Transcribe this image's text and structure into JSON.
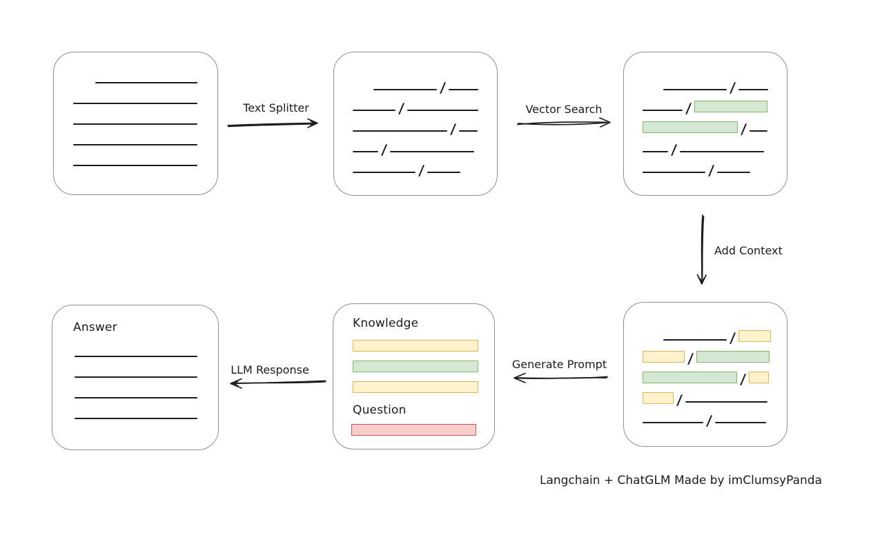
{
  "canvas": {
    "bg": "#ffffff"
  },
  "colors": {
    "stroke": "#1b1b1b",
    "box_border": "#8f8f8f",
    "green_fill": "#d5e8d4",
    "green_border": "#82b366",
    "yellow_fill": "#fff2cc",
    "yellow_border": "#d6b656",
    "red_fill": "#f8cecc",
    "red_border": "#b85450"
  },
  "arrows": {
    "text_splitter": {
      "label": "Text Splitter",
      "direction": "right"
    },
    "vector_search": {
      "label": "Vector Search",
      "direction": "right"
    },
    "add_context": {
      "label": "Add Context",
      "direction": "down"
    },
    "generate_prompt": {
      "label": "Generate Prompt",
      "direction": "left"
    },
    "llm_response": {
      "label": "LLM Response",
      "direction": "left"
    }
  },
  "boxes": {
    "source_document": {
      "lines": [
        {
          "indent": 32,
          "width": 148
        },
        {
          "indent": 0,
          "width": 180
        },
        {
          "indent": 0,
          "width": 180
        },
        {
          "indent": 0,
          "width": 180
        },
        {
          "indent": 0,
          "width": 180
        }
      ]
    },
    "split_chunks": {
      "rows": [
        {
          "indent": 30,
          "left": {
            "type": "line",
            "width": 92
          },
          "right": {
            "type": "line",
            "width": 43
          }
        },
        {
          "indent": 0,
          "left": {
            "type": "line",
            "width": 62
          },
          "right": {
            "type": "line",
            "width": 103
          }
        },
        {
          "indent": 0,
          "left": {
            "type": "line",
            "width": 137
          },
          "right": {
            "type": "line",
            "width": 27
          }
        },
        {
          "indent": 0,
          "left": {
            "type": "line",
            "width": 37
          },
          "right": {
            "type": "line",
            "width": 122
          }
        },
        {
          "indent": 0,
          "left": {
            "type": "line",
            "width": 91
          },
          "right": {
            "type": "line",
            "width": 48
          }
        }
      ]
    },
    "vector_matches": {
      "rows": [
        {
          "indent": 30,
          "left": {
            "type": "line",
            "width": 92
          },
          "right": {
            "type": "line",
            "width": 43
          }
        },
        {
          "indent": 0,
          "left": {
            "type": "line",
            "width": 58
          },
          "right": {
            "type": "green",
            "width": 104
          }
        },
        {
          "indent": 0,
          "left": {
            "type": "green",
            "width": 136
          },
          "right": {
            "type": "line",
            "width": 26
          }
        },
        {
          "indent": 0,
          "left": {
            "type": "line",
            "width": 37
          },
          "right": {
            "type": "line",
            "width": 122
          }
        },
        {
          "indent": 0,
          "left": {
            "type": "line",
            "width": 91
          },
          "right": {
            "type": "line",
            "width": 48
          }
        }
      ]
    },
    "context_chunks": {
      "rows": [
        {
          "indent": 30,
          "left": {
            "type": "line",
            "width": 92
          },
          "right": {
            "type": "yellow",
            "width": 45
          }
        },
        {
          "indent": 0,
          "left": {
            "type": "yellow",
            "width": 59
          },
          "right": {
            "type": "green",
            "width": 104
          }
        },
        {
          "indent": 0,
          "left": {
            "type": "green",
            "width": 135
          },
          "right": {
            "type": "yellow",
            "width": 27
          }
        },
        {
          "indent": 0,
          "left": {
            "type": "yellow",
            "width": 43
          },
          "right": {
            "type": "line",
            "width": 119
          }
        },
        {
          "indent": 0,
          "left": {
            "type": "line",
            "width": 88
          },
          "right": {
            "type": "line",
            "width": 74
          }
        }
      ]
    },
    "prompt": {
      "knowledge_label": "Knowledge",
      "question_label": "Question",
      "knowledge_bars": [
        {
          "type": "yellow",
          "width": 180
        },
        {
          "type": "green",
          "width": 180
        },
        {
          "type": "yellow",
          "width": 180
        }
      ],
      "question_bars": [
        {
          "type": "red",
          "width": 179
        }
      ]
    },
    "answer": {
      "label": "Answer",
      "lines": [
        {
          "indent": 0,
          "width": 178
        },
        {
          "indent": 0,
          "width": 178
        },
        {
          "indent": 0,
          "width": 178
        },
        {
          "indent": 0,
          "width": 178
        }
      ]
    }
  },
  "caption": "Langchain + ChatGLM Made by imClumsyPanda"
}
